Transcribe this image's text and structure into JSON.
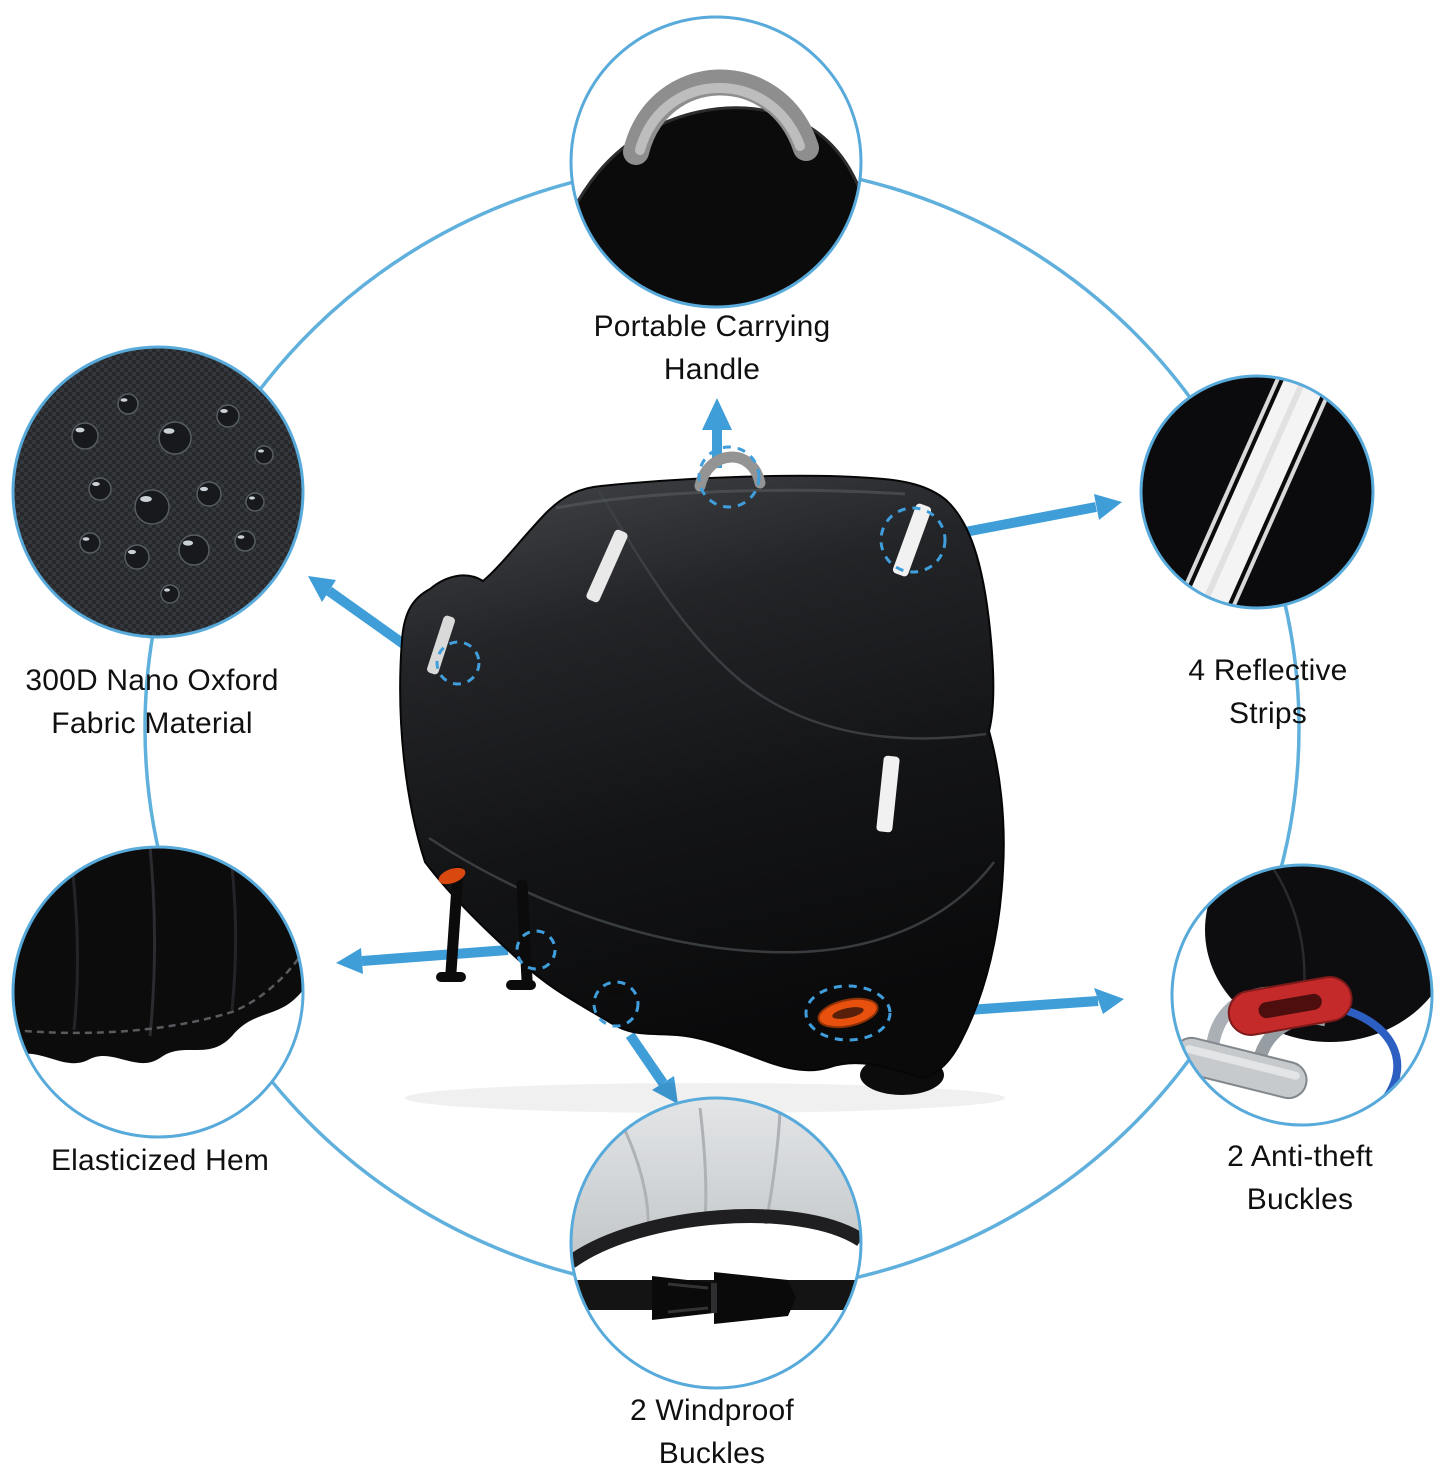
{
  "figure": {
    "type": "product-feature-diagram",
    "product": "Motorcycle Cover"
  },
  "colors": {
    "background": "#ffffff",
    "accent_blue": "#3f9ed8",
    "ring_blue": "#5fb0dc",
    "product_black": "#121315",
    "buckle_orange": "#e8500e",
    "buckle_red": "#c42a2a",
    "reflective_white": "#f2f2f2",
    "text": "#101010"
  },
  "callouts": [
    {
      "id": "carrying-handle",
      "label": "Portable Carrying\nHandle",
      "icon": "carrying-handle-closeup-icon"
    },
    {
      "id": "reflective-strips",
      "label": "4 Reflective\nStrips",
      "icon": "reflective-strip-closeup-icon"
    },
    {
      "id": "anti-theft-buckles",
      "label": "2 Anti-theft\nBuckles",
      "icon": "anti-theft-buckle-closeup-icon"
    },
    {
      "id": "windproof-buckles",
      "label": "2 Windproof\nBuckles",
      "icon": "windproof-buckle-closeup-icon"
    },
    {
      "id": "elasticized-hem",
      "label": "Elasticized Hem",
      "icon": "elasticized-hem-closeup-icon"
    },
    {
      "id": "fabric-material",
      "label": "300D Nano Oxford\nFabric Material",
      "icon": "oxford-fabric-closeup-icon"
    }
  ]
}
